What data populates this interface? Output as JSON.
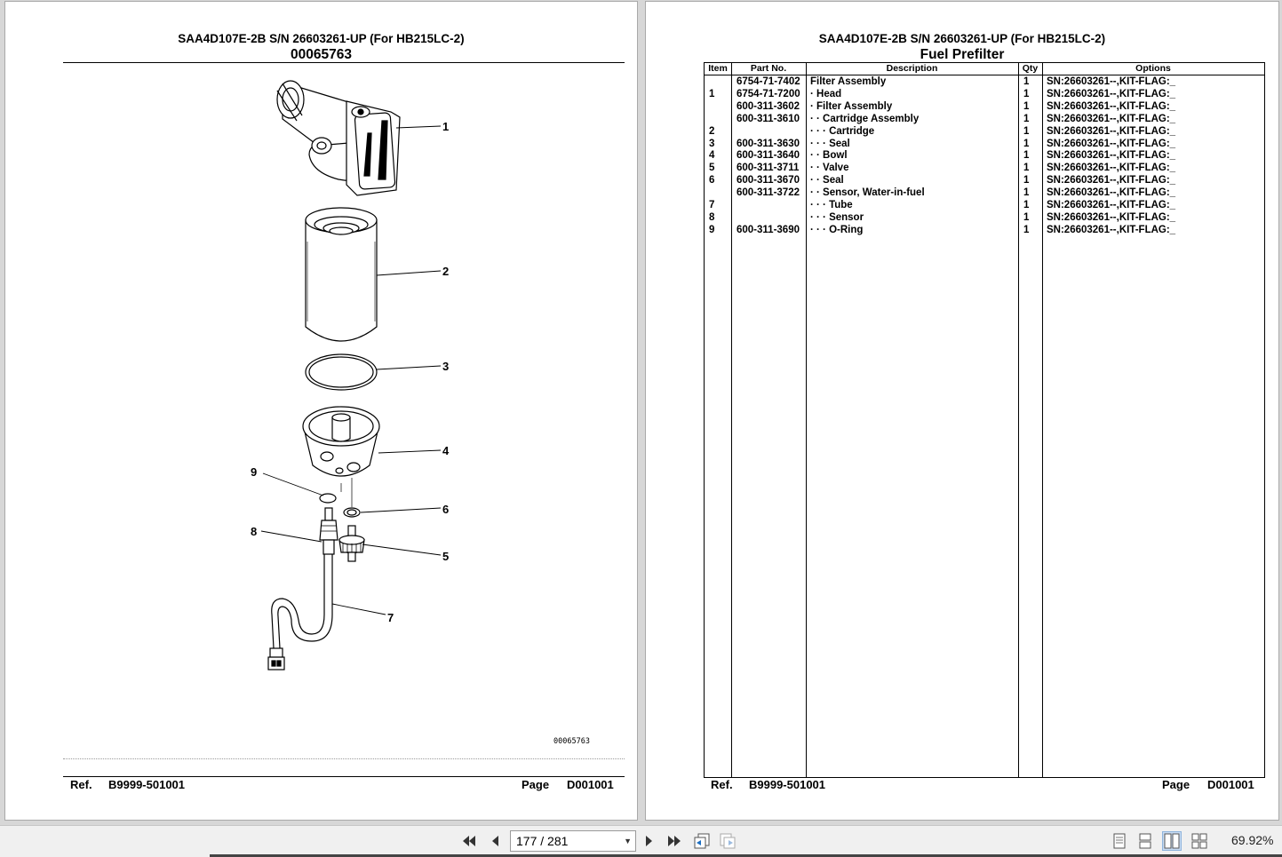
{
  "left_page": {
    "title": "SAA4D107E-2B S/N 26603261-UP (For HB215LC-2)",
    "subtitle": "00065763",
    "figure_id": "00065763",
    "callouts": [
      "1",
      "2",
      "3",
      "4",
      "5",
      "6",
      "7",
      "8",
      "9"
    ],
    "footer": {
      "ref_label": "Ref.",
      "ref_value": "B9999-501001",
      "page_label": "Page",
      "page_value": "D001001"
    }
  },
  "right_page": {
    "title": "SAA4D107E-2B S/N 26603261-UP (For HB215LC-2)",
    "subtitle": "Fuel Prefilter",
    "table": {
      "headers": {
        "item": "Item",
        "part_no": "Part No.",
        "description": "Description",
        "qty": "Qty",
        "options": "Options"
      },
      "rows": [
        {
          "item": "",
          "part_no": "6754-71-7402",
          "description": "Filter Assembly",
          "qty": "1",
          "options": "SN:26603261--,KIT-FLAG:_"
        },
        {
          "item": "1",
          "part_no": "6754-71-7200",
          "description": "· Head",
          "qty": "1",
          "options": "SN:26603261--,KIT-FLAG:_"
        },
        {
          "item": "",
          "part_no": "600-311-3602",
          "description": "· Filter Assembly",
          "qty": "1",
          "options": "SN:26603261--,KIT-FLAG:_"
        },
        {
          "item": "",
          "part_no": "600-311-3610",
          "description": "· · Cartridge Assembly",
          "qty": "1",
          "options": "SN:26603261--,KIT-FLAG:_"
        },
        {
          "item": "2",
          "part_no": "",
          "description": "· · · Cartridge",
          "qty": "1",
          "options": "SN:26603261--,KIT-FLAG:_"
        },
        {
          "item": "3",
          "part_no": "600-311-3630",
          "description": "· · · Seal",
          "qty": "1",
          "options": "SN:26603261--,KIT-FLAG:_"
        },
        {
          "item": "4",
          "part_no": "600-311-3640",
          "description": "· · Bowl",
          "qty": "1",
          "options": "SN:26603261--,KIT-FLAG:_"
        },
        {
          "item": "5",
          "part_no": "600-311-3711",
          "description": "· · Valve",
          "qty": "1",
          "options": "SN:26603261--,KIT-FLAG:_"
        },
        {
          "item": "6",
          "part_no": "600-311-3670",
          "description": "· · Seal",
          "qty": "1",
          "options": "SN:26603261--,KIT-FLAG:_"
        },
        {
          "item": "",
          "part_no": "600-311-3722",
          "description": "· · Sensor, Water-in-fuel",
          "qty": "1",
          "options": "SN:26603261--,KIT-FLAG:_"
        },
        {
          "item": "7",
          "part_no": "",
          "description": "· · · Tube",
          "qty": "1",
          "options": "SN:26603261--,KIT-FLAG:_"
        },
        {
          "item": "8",
          "part_no": "",
          "description": "· · · Sensor",
          "qty": "1",
          "options": "SN:26603261--,KIT-FLAG:_"
        },
        {
          "item": "9",
          "part_no": "600-311-3690",
          "description": "· · · O-Ring",
          "qty": "1",
          "options": "SN:26603261--,KIT-FLAG:_"
        }
      ]
    },
    "footer": {
      "ref_label": "Ref.",
      "ref_value": "B9999-501001",
      "page_label": "Page",
      "page_value": "D001001"
    }
  },
  "toolbar": {
    "page_indicator": "177 / 281",
    "current_page": 177,
    "total_pages": 281,
    "zoom": "69.92%",
    "icons": [
      "first-page-icon",
      "previous-page-icon",
      "next-page-icon",
      "last-page-icon",
      "go-back-view-icon",
      "go-forward-view-icon",
      "single-page-view-icon",
      "continuous-view-icon",
      "two-page-view-icon",
      "two-page-continuous-view-icon"
    ],
    "active_view": "two-page-view",
    "accent_color": "#1b6ec2"
  }
}
